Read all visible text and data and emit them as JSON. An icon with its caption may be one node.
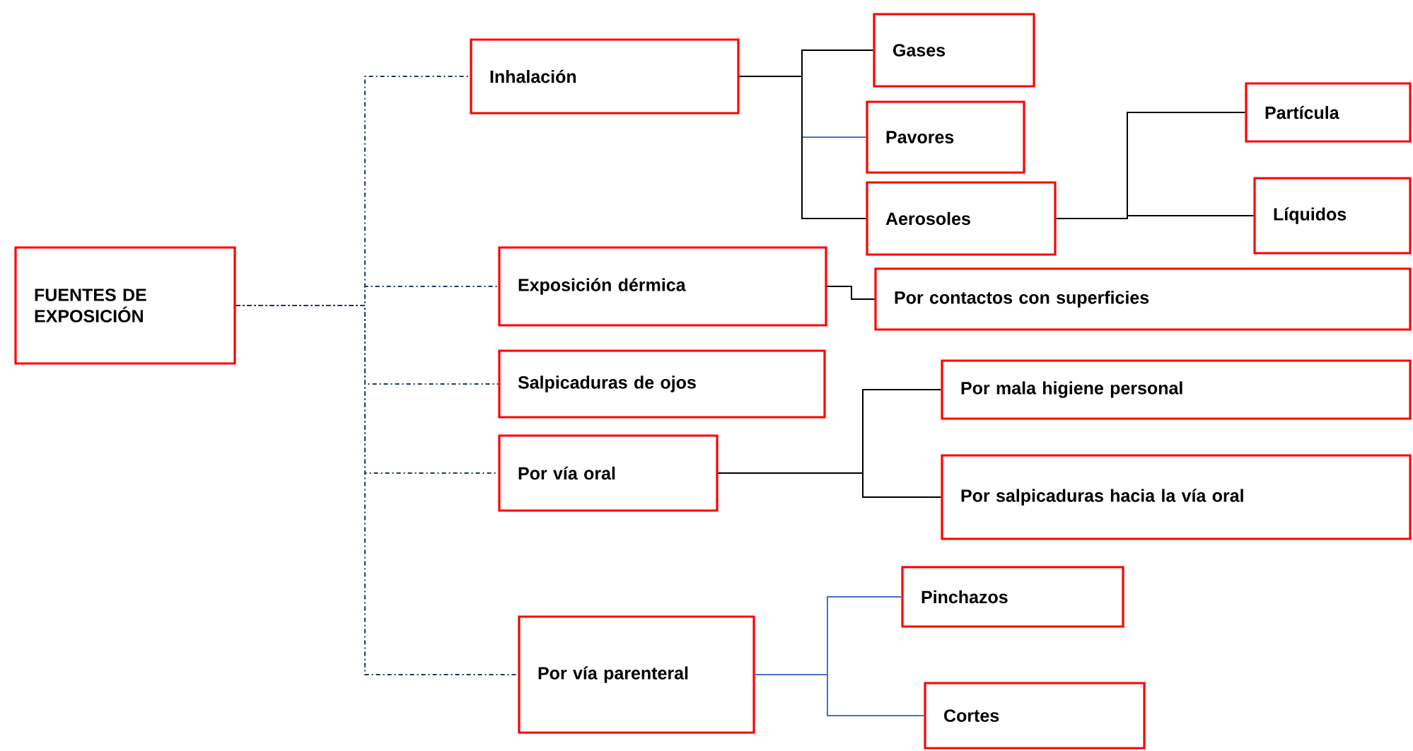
{
  "diagram": {
    "nodes": [
      {
        "text": [
          "FUENTES DE EXPOSICIÓN"
        ]
      },
      {
        "text": [
          "Inhalación"
        ]
      },
      {
        "text": [
          "Gases"
        ]
      },
      {
        "text": [
          "Pavores"
        ]
      },
      {
        "text": [
          "Aerosoles"
        ]
      },
      {
        "text": [
          "Partícula"
        ]
      },
      {
        "text": [
          "Líquidos"
        ]
      },
      {
        "text": [
          "Exposición dérmica"
        ]
      },
      {
        "text": [
          "Por contactos con superficies"
        ]
      },
      {
        "text": [
          "Salpicaduras de ojos"
        ]
      },
      {
        "text": [
          "Por vía oral"
        ]
      },
      {
        "text": [
          "Por mala higiene personal"
        ]
      },
      {
        "text": [
          "Por salpicaduras hacia la vía oral"
        ]
      },
      {
        "text": [
          "Por vía parenteral"
        ]
      },
      {
        "text": [
          "Pinchazos"
        ]
      },
      {
        "text": [
          "Cortes"
        ]
      }
    ],
    "edges": [
      {
        "from": 0,
        "to": 1,
        "arrow": "none",
        "style": "dashed",
        "color": "#1f3864"
      },
      {
        "from": 0,
        "to": 7,
        "arrow": "none",
        "style": "dashed",
        "color": "#1f3864"
      },
      {
        "from": 0,
        "to": 9,
        "arrow": "none",
        "style": "dashed",
        "color": "#1f3864"
      },
      {
        "from": 0,
        "to": 10,
        "arrow": "none",
        "style": "dashed",
        "color": "#1f3864"
      },
      {
        "from": 0,
        "to": 13,
        "arrow": "none",
        "style": "dashed",
        "color": "#1f3864"
      },
      {
        "from": 1,
        "to": 2,
        "arrow": "none"
      },
      {
        "from": 1,
        "to": 3,
        "arrow": "none",
        "color": "#4472c4"
      },
      {
        "from": 1,
        "to": 4,
        "arrow": "none"
      },
      {
        "from": 4,
        "to": 5,
        "arrow": "none"
      },
      {
        "from": 4,
        "to": 6,
        "arrow": "none"
      },
      {
        "from": 7,
        "to": 8,
        "arrow": "none"
      },
      {
        "from": 10,
        "to": 11,
        "arrow": "none"
      },
      {
        "from": 10,
        "to": 12,
        "arrow": "none"
      },
      {
        "from": 13,
        "to": 14,
        "arrow": "none",
        "color": "#4472c4"
      },
      {
        "from": 13,
        "to": 15,
        "arrow": "none",
        "color": "#4472c4"
      }
    ]
  }
}
